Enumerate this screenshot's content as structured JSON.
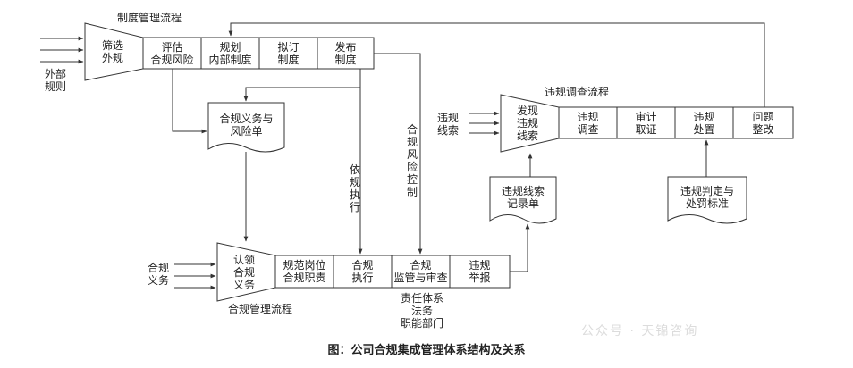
{
  "flows": {
    "system_title": "制度管理流程",
    "compliance_title": "合规管理流程",
    "violation_title": "违规调查流程"
  },
  "system_flow": {
    "input": "外部\n规则",
    "funnel": "筛选\n外规",
    "steps": [
      "评估\n合规风险",
      "规划\n内部制度",
      "拟订\n制度",
      "发布\n制度"
    ]
  },
  "compliance_flow": {
    "input": "合规\n义务",
    "funnel": "认领\n合规\n义务",
    "steps": [
      "规范岗位\n合规职责",
      "合规\n执行",
      "合规\n监管与审查",
      "违规\n举报"
    ]
  },
  "violation_flow": {
    "input": "违规\n线索",
    "funnel": "发现\n违规\n线索",
    "steps": [
      "违规\n调查",
      "审计\n取证",
      "违规\n处置",
      "问题\n整改"
    ]
  },
  "documents": {
    "obligation_risk_list": "合规义务与\n风险单",
    "clue_record": "违规线索\n记录单",
    "penalty_standard": "违规判定与\n处罚标准"
  },
  "connector_labels": {
    "execute_by_rules": "依\n规\n执\n行",
    "risk_control": "合\n规\n风\n险\n控\n制",
    "responsible_departments": "责任体系\n法务\n职能部门"
  },
  "caption": "图：公司合规集成管理体系结构及关系",
  "watermark": "公众号 · 天锦咨询"
}
